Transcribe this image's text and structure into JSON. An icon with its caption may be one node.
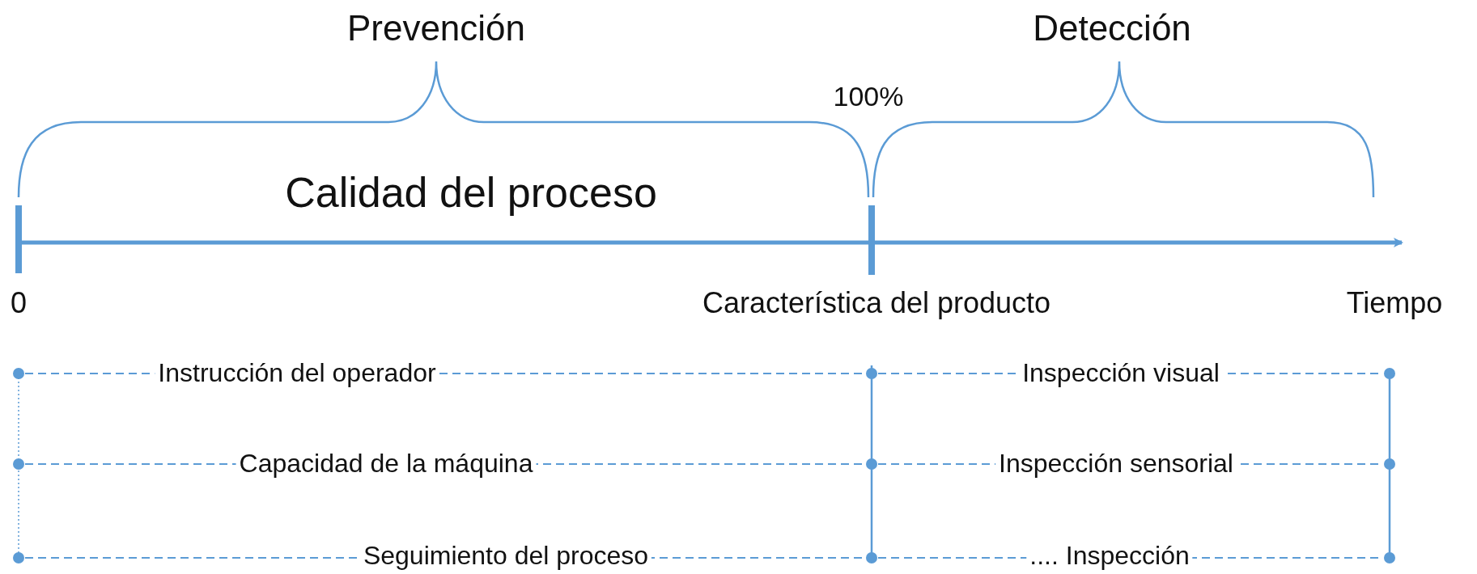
{
  "diagram": {
    "labels": [
      "Prevención",
      "Detección",
      "100%",
      "Calidad del proceso",
      "0",
      "Característica del producto",
      "Tiempo",
      "Instrucción del operador",
      "Inspección visual",
      "Capacidad de la máquina",
      "Inspección sensorial",
      "Seguimiento del proceso",
      ".... Inspección"
    ]
  }
}
